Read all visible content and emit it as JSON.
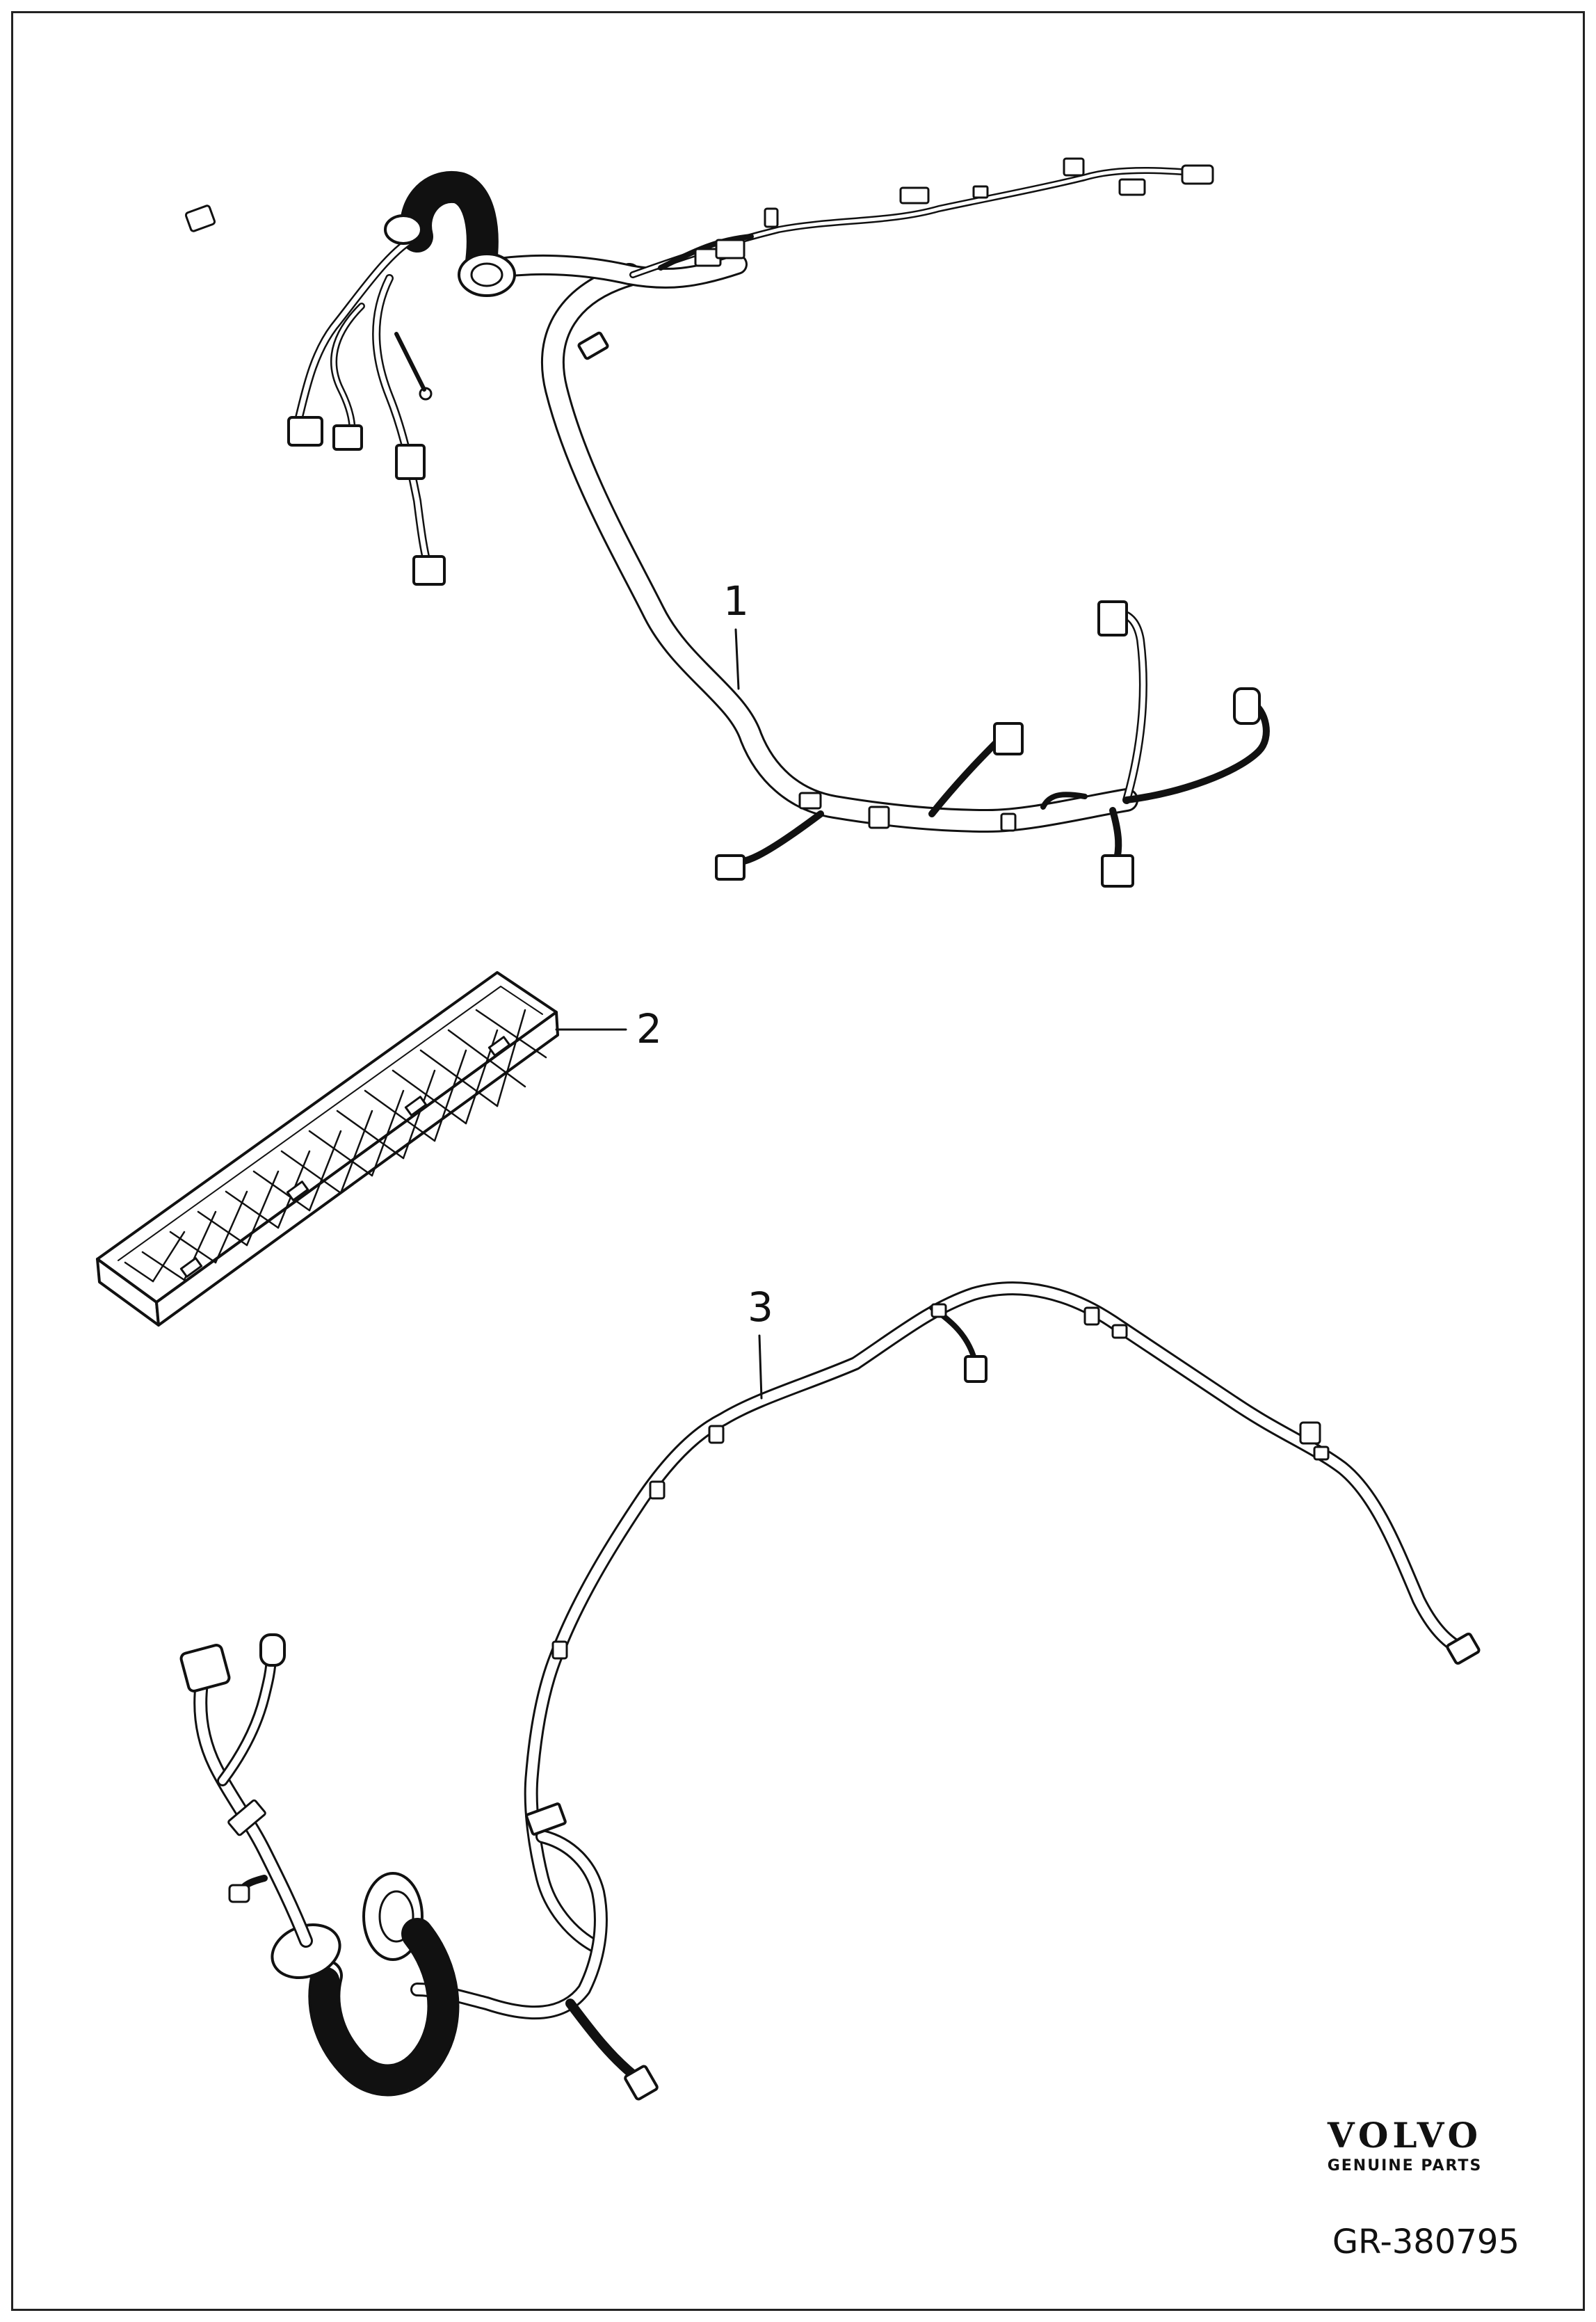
{
  "callouts": [
    {
      "id": "1",
      "label": "1"
    },
    {
      "id": "2",
      "label": "2"
    },
    {
      "id": "3",
      "label": "3"
    }
  ],
  "brand": {
    "name": "VOLVO",
    "subtitle": "GENUINE PARTS"
  },
  "reference": "GR-380795"
}
